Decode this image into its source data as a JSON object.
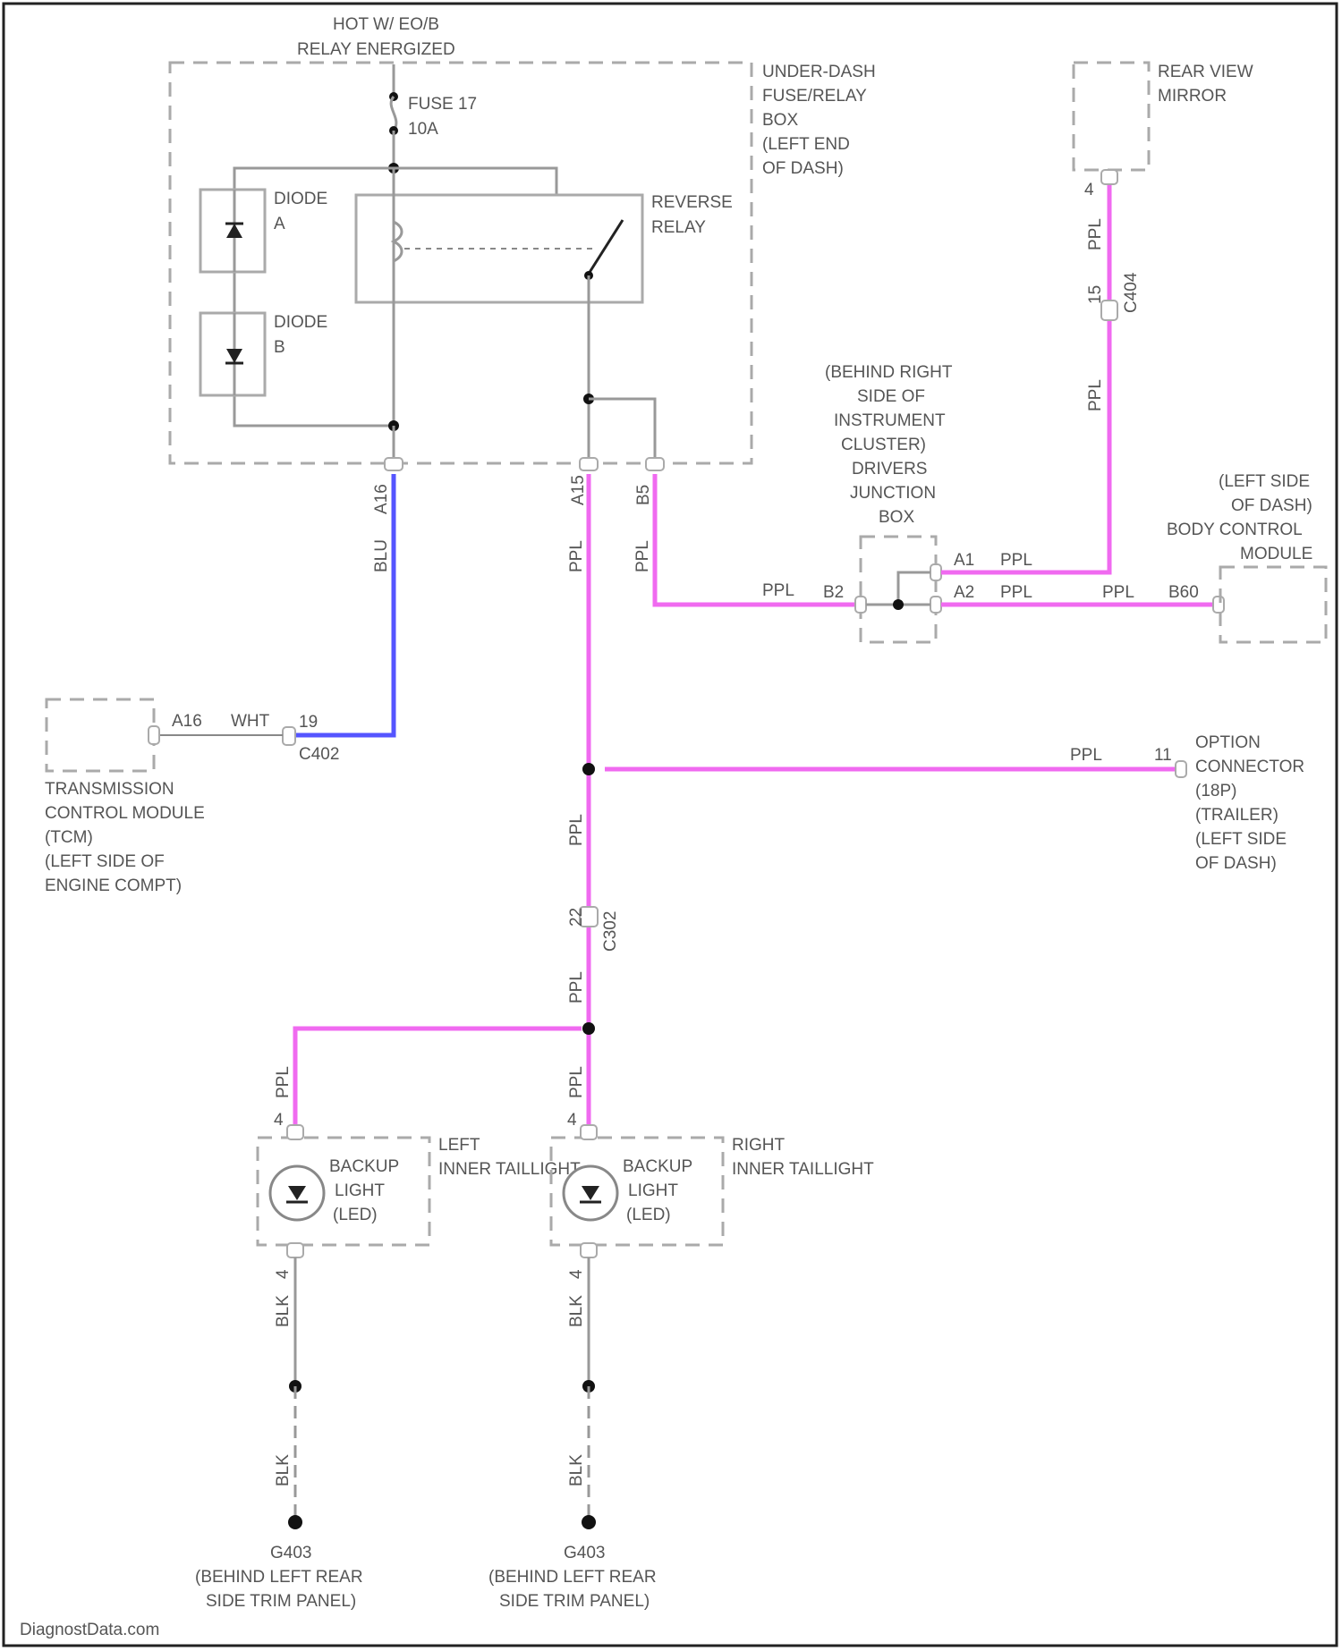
{
  "colors": {
    "pink_wire": "#f06af0",
    "blue_wire": "#5555ff",
    "gray_wire": "#999999"
  },
  "labels": {
    "hot": [
      "HOT W/ EO/B",
      "RELAY ENERGIZED"
    ],
    "fuse": [
      "FUSE 17",
      "10A"
    ],
    "fusebox": [
      "UNDER-DASH",
      "FUSE/RELAY",
      "BOX",
      "(LEFT END",
      "OF DASH)"
    ],
    "diode_a": [
      "DIODE",
      "A"
    ],
    "diode_b": [
      "DIODE",
      "B"
    ],
    "reverse_relay": [
      "REVERSE",
      "RELAY"
    ],
    "rear_view_mirror": [
      "REAR VIEW",
      "MIRROR"
    ],
    "junction_box": [
      "(BEHIND RIGHT",
      "SIDE OF",
      "INSTRUMENT",
      "CLUSTER)",
      "DRIVERS",
      "JUNCTION",
      "BOX"
    ],
    "bcm": [
      "(LEFT SIDE",
      "OF DASH)",
      "BODY CONTROL",
      "MODULE"
    ],
    "tcm": [
      "TRANSMISSION",
      "CONTROL MODULE",
      "(TCM)",
      "(LEFT SIDE OF",
      "ENGINE COMPT)"
    ],
    "option_connector": [
      "OPTION",
      "CONNECTOR",
      "(18P)",
      "(TRAILER)",
      "(LEFT SIDE",
      "OF DASH)"
    ],
    "left_taillight": [
      "LEFT",
      "INNER TAILLIGHT"
    ],
    "right_taillight": [
      "RIGHT",
      "INNER TAILLIGHT"
    ],
    "backup_light": [
      "BACKUP",
      "LIGHT",
      "(LED)"
    ],
    "ground_left": [
      "G403",
      "(BEHIND LEFT REAR",
      "SIDE TRIM PANEL)"
    ],
    "ground_right": [
      "G403",
      "(BEHIND LEFT REAR",
      "SIDE TRIM PANEL)"
    ],
    "watermark": "DiagnostData.com"
  },
  "wires": {
    "ppl": "PPL",
    "blu": "BLU",
    "wht": "WHT",
    "blk": "BLK",
    "a16": "A16",
    "a15": "A15",
    "b5": "B5",
    "b2": "B2",
    "a1": "A1",
    "a2": "A2",
    "b60": "B60",
    "pin4": "4",
    "pin11": "11",
    "pin15": "15",
    "pin19": "19",
    "pin22": "22",
    "c404": "C404",
    "c402": "C402",
    "c302": "C302"
  }
}
